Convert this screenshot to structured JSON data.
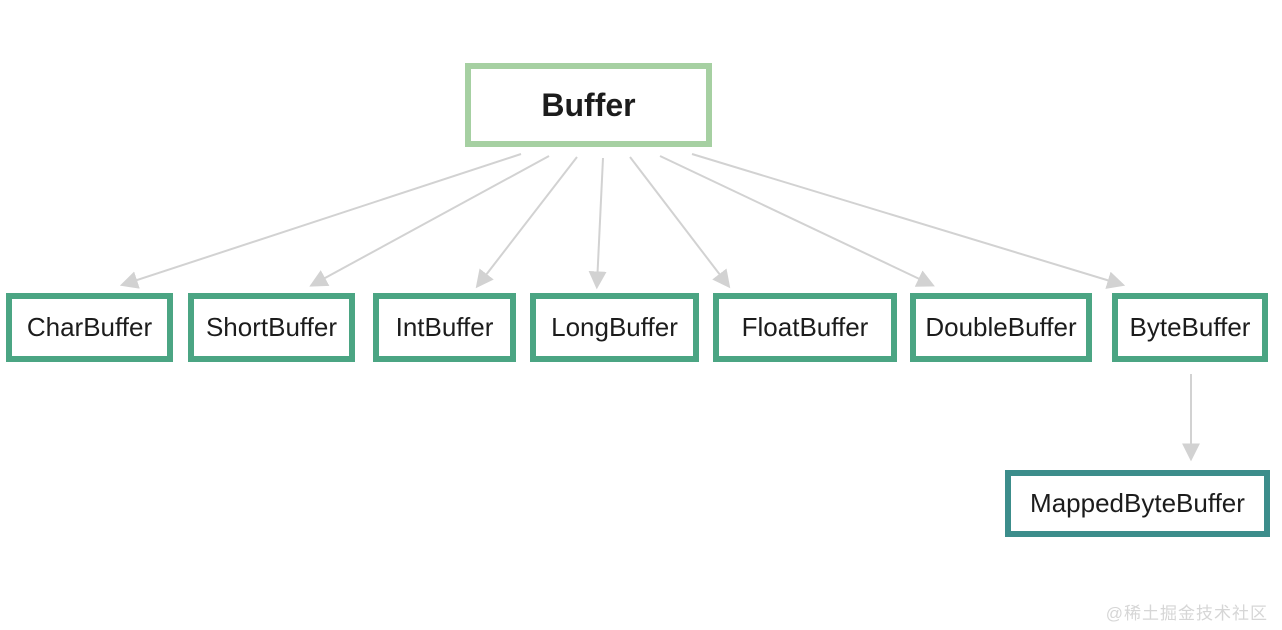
{
  "nodes": {
    "root": {
      "label": "Buffer"
    },
    "children": [
      {
        "label": "CharBuffer"
      },
      {
        "label": "ShortBuffer"
      },
      {
        "label": "IntBuffer"
      },
      {
        "label": "LongBuffer"
      },
      {
        "label": "FloatBuffer"
      },
      {
        "label": "DoubleBuffer"
      },
      {
        "label": "ByteBuffer"
      }
    ],
    "byte_child": {
      "label": "MappedByteBuffer"
    }
  },
  "watermark": {
    "text": "@稀土掘金技术社区"
  },
  "colors": {
    "background": "#ffffff",
    "root_border": "#a6d0a2",
    "child_border": "#4ba583",
    "mapped_border": "#3c8d8b",
    "arrow": "#d2d2d2",
    "text": "#1c1c1c",
    "watermark": "#d6d6d6"
  }
}
